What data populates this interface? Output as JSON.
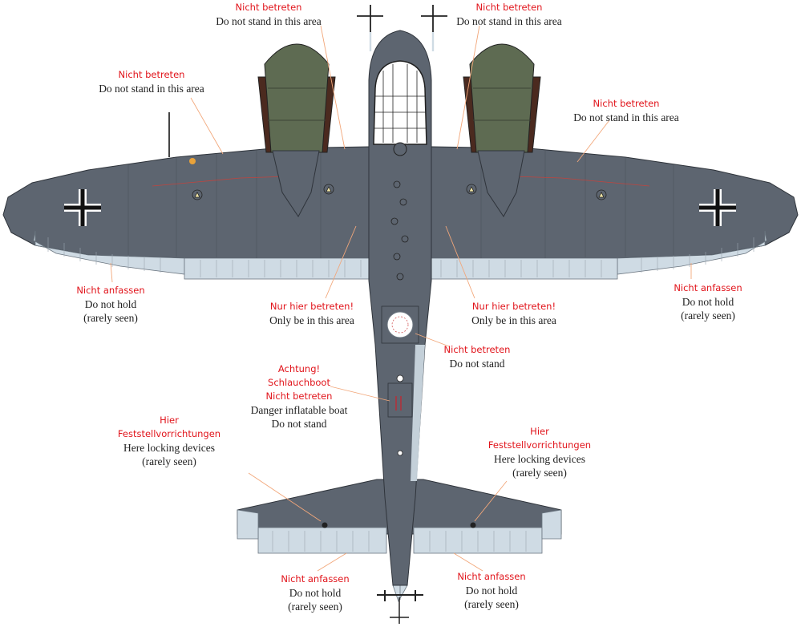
{
  "colors": {
    "upper_grey": "#5d6570",
    "lower_blue": "#cfdbe4",
    "nacelle_green": "#5e6b52",
    "nacelle_brown": "#4b2a1f",
    "stencil_red": "#e1141b",
    "leader_orange": "#f2a77a"
  },
  "labels": {
    "nose_left": {
      "de": "Nicht betreten",
      "en": "Do not stand in this area"
    },
    "nose_right": {
      "de": "Nicht betreten",
      "en": "Do not stand in this area"
    },
    "wing_root_left": {
      "de": "Nicht betreten",
      "en": "Do not stand in this area"
    },
    "wing_root_right": {
      "de": "Nicht betreten",
      "en": "Do not stand in this area"
    },
    "aileron_left": {
      "de": "Nicht anfassen",
      "en": "Do not hold",
      "en2": "(rarely seen)"
    },
    "aileron_right": {
      "de": "Nicht anfassen",
      "en": "Do not hold",
      "en2": "(rarely seen)"
    },
    "walk_left": {
      "de": "Nur hier betreten!",
      "en": "Only be in this area"
    },
    "walk_right": {
      "de": "Nur hier betreten!",
      "en": "Only be in this area"
    },
    "fuselage_hatch": {
      "de": "Nicht betreten",
      "en": "Do not stand"
    },
    "dinghy": {
      "de": "Achtung!",
      "de2": "Schlauchboot",
      "de3": "Nicht betreten",
      "en": "Danger inflatable boat",
      "en2": "Do not stand"
    },
    "lock_left": {
      "de": "Hier",
      "de2": "Feststellvorrichtungen",
      "en": "Here locking devices",
      "en2": "(rarely seen)"
    },
    "lock_right": {
      "de": "Hier",
      "de2": "Feststellvorrichtungen",
      "en": "Here locking devices",
      "en2": "(rarely seen)"
    },
    "elevator_left": {
      "de": "Nicht anfassen",
      "en": "Do not hold",
      "en2": "(rarely seen)"
    },
    "elevator_right": {
      "de": "Nicht anfassen",
      "en": "Do not hold",
      "en2": "(rarely seen)"
    }
  }
}
